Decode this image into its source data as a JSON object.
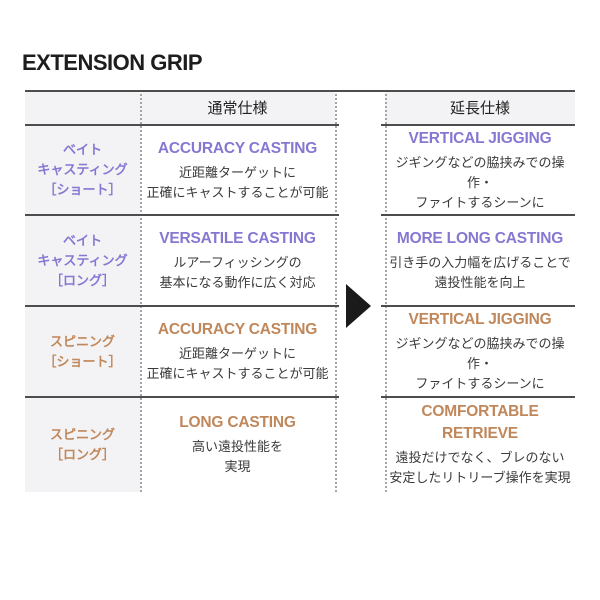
{
  "page": {
    "title": "EXTENSION GRIP"
  },
  "table": {
    "headers": {
      "normal": "通常仕様",
      "extended": "延長仕様"
    },
    "rows": [
      {
        "label_lines": [
          "ベイト",
          "キャスティング",
          "［ショート］"
        ],
        "normal": {
          "heading": "ACCURACY CASTING",
          "lines": [
            "近距離ターゲットに",
            "正確にキャストすることが可能"
          ]
        },
        "extended": {
          "heading": "VERTICAL JIGGING",
          "lines": [
            "ジギングなどの脇挟みでの操作・",
            "ファイトするシーンに"
          ]
        }
      },
      {
        "label_lines": [
          "ベイト",
          "キャスティング",
          "［ロング］"
        ],
        "normal": {
          "heading": "VERSATILE CASTING",
          "lines": [
            "ルアーフィッシングの",
            "基本になる動作に広く対応"
          ]
        },
        "extended": {
          "heading": "MORE LONG CASTING",
          "lines": [
            "引き手の入力幅を広げることで",
            "遠投性能を向上"
          ]
        }
      },
      {
        "label_lines": [
          "スピニング",
          "［ショート］"
        ],
        "normal": {
          "heading": "ACCURACY CASTING",
          "lines": [
            "近距離ターゲットに",
            "正確にキャストすることが可能"
          ]
        },
        "extended": {
          "heading": "VERTICAL JIGGING",
          "lines": [
            "ジギングなどの脇挟みでの操作・",
            "ファイトするシーンに"
          ]
        }
      },
      {
        "label_lines": [
          "スピニング",
          "［ロング］"
        ],
        "normal": {
          "heading": "LONG CASTING",
          "lines": [
            "高い遠投性能を",
            "実現"
          ]
        },
        "extended": {
          "heading": "COMFORTABLE RETRIEVE",
          "lines": [
            "遠投だけでなく、ブレのない",
            "安定したリトリーブ操作を実現"
          ]
        }
      }
    ]
  },
  "icons": {
    "arrow_right": "right-pointing-triangle"
  },
  "colors": {
    "accent_purple": "#8678d2",
    "accent_orange": "#c0875a",
    "text_dark": "#1d1d1d",
    "text_body": "#3a3a3a",
    "line_solid": "#4d4d4d",
    "line_dotted": "#a5a5a5",
    "cell_bg": "#f3f3f5",
    "arrow": "#1a1a1a"
  }
}
